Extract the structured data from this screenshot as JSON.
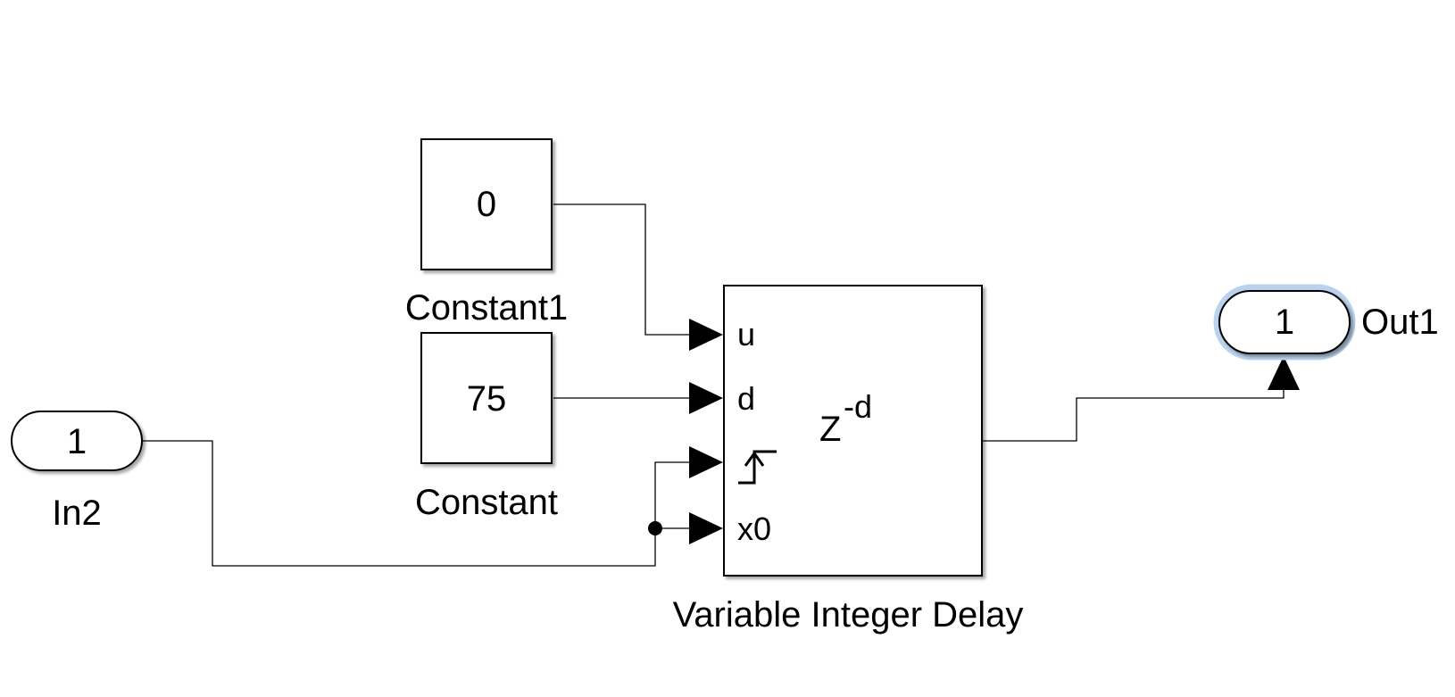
{
  "blocks": {
    "in2": {
      "port": "1",
      "name": "In2"
    },
    "constant1": {
      "value": "0",
      "name": "Constant1"
    },
    "constant": {
      "value": "75",
      "name": "Constant"
    },
    "delay": {
      "name": "Variable Integer Delay",
      "port_u": "u",
      "port_d": "d",
      "port_x0": "x0",
      "symbol_base": "Z",
      "symbol_exp": "-d"
    },
    "out1": {
      "port": "1",
      "name": "Out1",
      "selected": true
    }
  },
  "colors": {
    "selection_glow": "#b9d3ee",
    "line": "#000000"
  }
}
